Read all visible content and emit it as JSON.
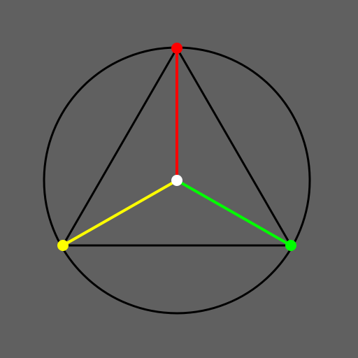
{
  "colors": {
    "background": "#606060",
    "outline": "#000000",
    "vertex_a": "#ff0000",
    "vertex_b": "#ffff00",
    "vertex_c": "#00ff00",
    "center": "#ffffff"
  },
  "diagram": {
    "shapes": [
      "circle",
      "equilateral-triangle"
    ],
    "vertices": [
      {
        "id": "a",
        "color": "#ff0000"
      },
      {
        "id": "b",
        "color": "#ffff00"
      },
      {
        "id": "c",
        "color": "#00ff00"
      }
    ],
    "center": {
      "color": "#ffffff"
    }
  }
}
